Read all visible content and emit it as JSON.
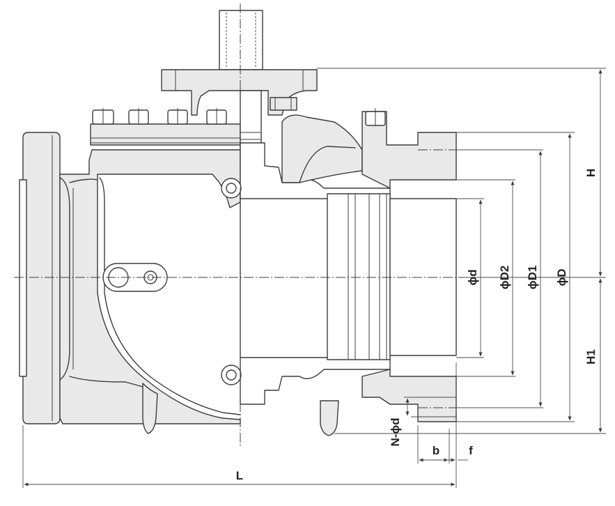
{
  "labels": {
    "H": "H",
    "H1": "H1",
    "D": "ϕD",
    "D1": "ϕD1",
    "D2": "ϕD2",
    "d": "ϕd",
    "N": "N-ϕd",
    "b": "b",
    "f": "f",
    "L": "L"
  },
  "colors": {
    "stroke": "#3b3b3b",
    "fill": "#e9e9e9",
    "background": "#ffffff"
  }
}
